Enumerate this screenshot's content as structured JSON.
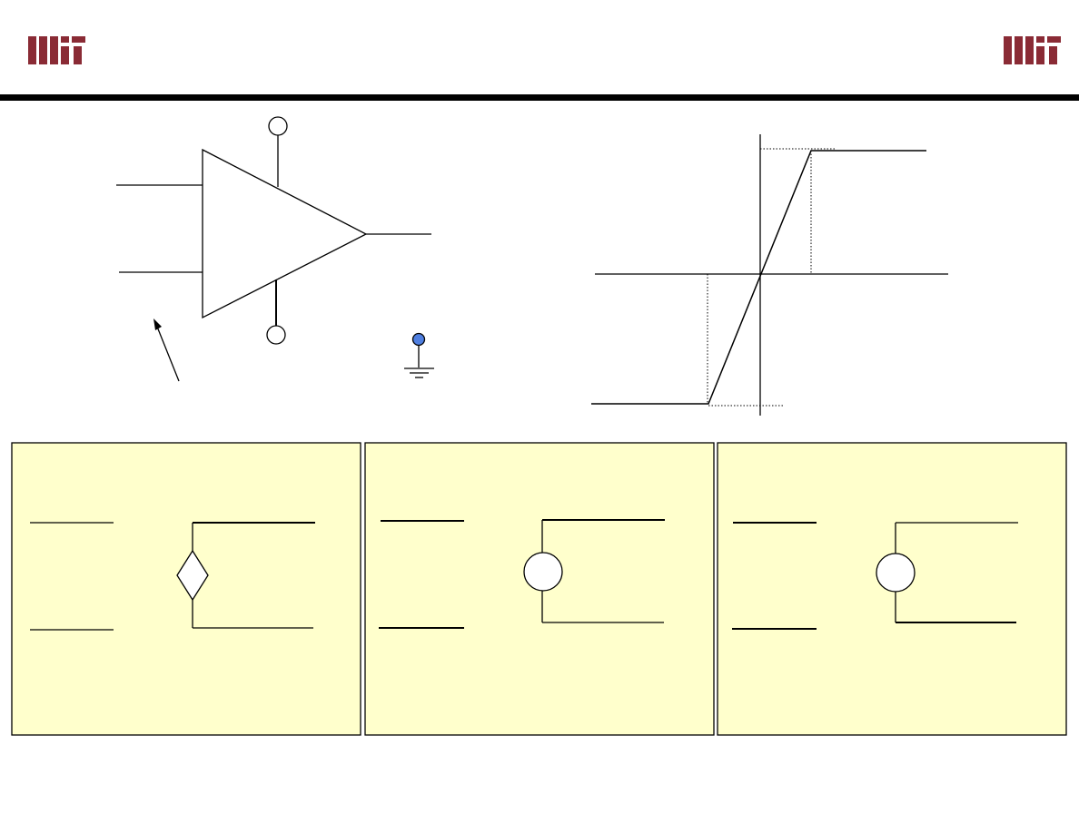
{
  "header": {
    "logo_left": {
      "icon": "mit-logo",
      "color": "#8a2b35"
    },
    "logo_right": {
      "icon": "mit-logo",
      "color": "#8a2b35"
    },
    "rule_color": "#000000"
  },
  "opamp": {
    "supply_terminal_color": "#ffffff",
    "ground_node_color": "#4f7fe0"
  },
  "transfer_curve": {
    "shape": "saturating-linear",
    "guide_style": "dotted"
  },
  "models": {
    "panel_fill": "#ffffcc",
    "panel_border": "#000000",
    "items": [
      {
        "source_symbol": "diamond-dependent-source"
      },
      {
        "source_symbol": "circle-source"
      },
      {
        "source_symbol": "circle-source"
      }
    ]
  }
}
